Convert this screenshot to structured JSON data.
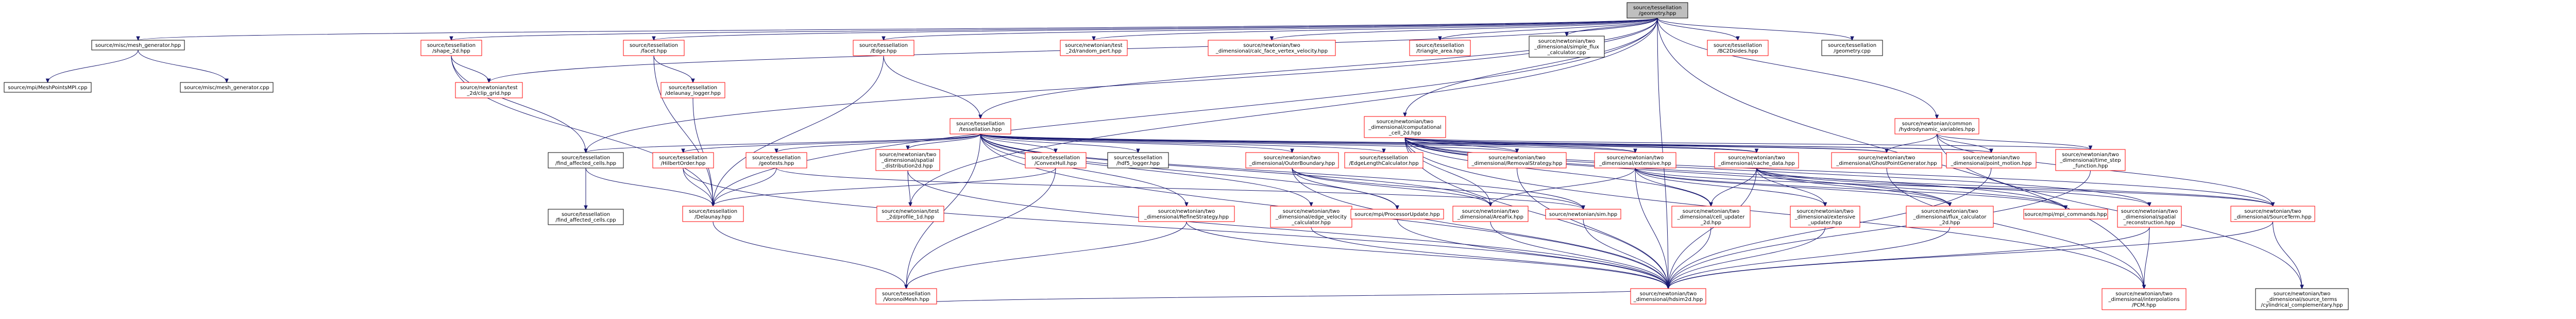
{
  "graph": {
    "nodes": [
      {
        "id": "root",
        "lines": [
          "source/tessellation",
          "/geometry.hpp"
        ],
        "style": "root"
      },
      {
        "id": "mesh_gen_hpp",
        "lines": [
          "source/misc/mesh_generator.hpp"
        ],
        "style": "black"
      },
      {
        "id": "shape_2d",
        "lines": [
          "source/tessellation",
          "/shape_2d.hpp"
        ],
        "style": "red"
      },
      {
        "id": "facet",
        "lines": [
          "source/tessellation",
          "/facet.hpp"
        ],
        "style": "red"
      },
      {
        "id": "edge",
        "lines": [
          "source/tessellation",
          "/Edge.hpp"
        ],
        "style": "red"
      },
      {
        "id": "random_part",
        "lines": [
          "source/newtonian/test",
          "_2d/random_pert.hpp"
        ],
        "style": "red"
      },
      {
        "id": "calc_face_vel",
        "lines": [
          "source/newtonian/two",
          "_dimensional/calc_face_vertex_velocity.hpp"
        ],
        "style": "red"
      },
      {
        "id": "triangle_area",
        "lines": [
          "source/tessellation",
          "/triangle_area.hpp"
        ],
        "style": "red"
      },
      {
        "id": "simple_flux",
        "lines": [
          "source/newtonian/two",
          "_dimensional/simple_flux",
          "_calculator.cpp"
        ],
        "style": "black"
      },
      {
        "id": "bc2dsides",
        "lines": [
          "source/tessellation",
          "/BC2Dsides.hpp"
        ],
        "style": "red"
      },
      {
        "id": "geometry_cpp",
        "lines": [
          "source/tessellation",
          "/geometry.cpp"
        ],
        "style": "black"
      },
      {
        "id": "mpi_mesh_points",
        "lines": [
          "source/mpi/MeshPointsMPI.cpp"
        ],
        "style": "black"
      },
      {
        "id": "mesh_gen_cpp",
        "lines": [
          "source/misc/mesh_generator.cpp"
        ],
        "style": "black"
      },
      {
        "id": "hdf5_grid",
        "lines": [
          "source/newtonian/test",
          "_2d/clip_grid.hpp"
        ],
        "style": "red"
      },
      {
        "id": "delaunay_logger",
        "lines": [
          "source/tessellation",
          "/delaunay_logger.hpp"
        ],
        "style": "red"
      },
      {
        "id": "tessellation",
        "lines": [
          "source/tessellation",
          "/tessellation.hpp"
        ],
        "style": "red"
      },
      {
        "id": "computational_cell",
        "lines": [
          "source/newtonian/two",
          "_dimensional/computational",
          "_cell_2d.hpp"
        ],
        "style": "red"
      },
      {
        "id": "hydro_vars",
        "lines": [
          "source/newtonian/common",
          "/hydrodynamic_variables.hpp"
        ],
        "style": "red"
      },
      {
        "id": "find_affected_hpp",
        "lines": [
          "source/tessellation",
          "/find_affected_cells.hpp"
        ],
        "style": "black"
      },
      {
        "id": "hilbert",
        "lines": [
          "source/tessellation",
          "/HilbertOrder.hpp"
        ],
        "style": "red"
      },
      {
        "id": "geotests",
        "lines": [
          "source/tessellation",
          "/geotests.hpp"
        ],
        "style": "red"
      },
      {
        "id": "spatial_dist",
        "lines": [
          "source/newtonian/two",
          "_dimensional/spatial",
          "_distribution2d.hpp"
        ],
        "style": "red"
      },
      {
        "id": "convexhull",
        "lines": [
          "source/tessellation",
          "/ConvexHull.hpp"
        ],
        "style": "red"
      },
      {
        "id": "hdf5_logger",
        "lines": [
          "source/tessellation",
          "/hdf5_logger.hpp"
        ],
        "style": "black"
      },
      {
        "id": "outer_boundary",
        "lines": [
          "source/newtonian/two",
          "_dimensional/OuterBoundary.hpp"
        ],
        "style": "red"
      },
      {
        "id": "edge_length_cmp",
        "lines": [
          "source/tessellation",
          "/EdgeLengthCalculator.hpp"
        ],
        "style": "red"
      },
      {
        "id": "remove_strategy",
        "lines": [
          "source/newtonian/two",
          "_dimensional/RemovalStrategy.hpp"
        ],
        "style": "red"
      },
      {
        "id": "extensive",
        "lines": [
          "source/newtonian/two",
          "_dimensional/extensive.hpp"
        ],
        "style": "red"
      },
      {
        "id": "cache_data",
        "lines": [
          "source/newtonian/two",
          "_dimensional/cache_data.hpp"
        ],
        "style": "red"
      },
      {
        "id": "ghost_point_gen",
        "lines": [
          "source/newtonian/two",
          "_dimensional/GhostPointGenerator.hpp"
        ],
        "style": "red"
      },
      {
        "id": "point_motion",
        "lines": [
          "source/newtonian/two",
          "_dimensional/point_motion.hpp"
        ],
        "style": "red"
      },
      {
        "id": "time_step",
        "lines": [
          "source/newtonian/two",
          "_dimensional/time_step",
          "_function.hpp"
        ],
        "style": "red"
      },
      {
        "id": "find_affected_cpp",
        "lines": [
          "source/tessellation",
          "/find_affected_cells.cpp"
        ],
        "style": "black"
      },
      {
        "id": "delaunay",
        "lines": [
          "source/tessellation",
          "/Delaunay.hpp"
        ],
        "style": "red"
      },
      {
        "id": "ptvtk",
        "lines": [
          "source/newtonian/test",
          "_2d/profile_1d.hpp"
        ],
        "style": "red"
      },
      {
        "id": "refine_strategy",
        "lines": [
          "source/newtonian/two",
          "_dimensional/RefineStrategy.hpp"
        ],
        "style": "red"
      },
      {
        "id": "edge_velocity",
        "lines": [
          "source/newtonian/two",
          "_dimensional/edge_velocity",
          "_calculator.hpp"
        ],
        "style": "red"
      },
      {
        "id": "processor_update",
        "lines": [
          "source/mpi/ProcessorUpdate.hpp"
        ],
        "style": "red"
      },
      {
        "id": "amr",
        "lines": [
          "source/newtonian/two",
          "_dimensional/AreaFix.hpp"
        ],
        "style": "red"
      },
      {
        "id": "mpi_sim",
        "lines": [
          "source/newtonian/sim.hpp"
        ],
        "style": "red"
      },
      {
        "id": "cell_updater",
        "lines": [
          "source/newtonian/two",
          "_dimensional/cell_updater",
          "_2d.hpp"
        ],
        "style": "red"
      },
      {
        "id": "extensive_updater",
        "lines": [
          "source/newtonian/two",
          "_dimensional/extensive",
          "_updater.hpp"
        ],
        "style": "red"
      },
      {
        "id": "flux_calc",
        "lines": [
          "source/newtonian/two",
          "_dimensional/flux_calculator",
          "_2d.hpp"
        ],
        "style": "red"
      },
      {
        "id": "mpi_commands",
        "lines": [
          "source/mpi/mpi_commands.hpp"
        ],
        "style": "red"
      },
      {
        "id": "spatial_recon",
        "lines": [
          "source/newtonian/two",
          "_dimensional/spatial",
          "_reconstruction.hpp"
        ],
        "style": "red"
      },
      {
        "id": "source_term",
        "lines": [
          "source/newtonian/two",
          "_dimensional/SourceTerm.hpp"
        ],
        "style": "red"
      },
      {
        "id": "voronoi_mesh",
        "lines": [
          "source/tessellation",
          "/VoronoiMesh.hpp"
        ],
        "style": "red"
      },
      {
        "id": "hdsim2d",
        "lines": [
          "source/newtonian/two",
          "_dimensional/hdsim2d.hpp"
        ],
        "style": "red"
      },
      {
        "id": "pcm",
        "lines": [
          "source/newtonian/two",
          "_dimensional/interpolations",
          "/PCM.hpp"
        ],
        "style": "red"
      },
      {
        "id": "source_terms_cyl",
        "lines": [
          "source/newtonian/two",
          "_dimensional/source_terms",
          "/cylindrical_complementary.hpp"
        ],
        "style": "black"
      }
    ],
    "edges": [
      [
        "root",
        "mesh_gen_hpp"
      ],
      [
        "root",
        "shape_2d"
      ],
      [
        "root",
        "facet"
      ],
      [
        "root",
        "edge"
      ],
      [
        "root",
        "random_part"
      ],
      [
        "root",
        "calc_face_vel"
      ],
      [
        "root",
        "triangle_area"
      ],
      [
        "root",
        "simple_flux"
      ],
      [
        "root",
        "bc2dsides"
      ],
      [
        "root",
        "geometry_cpp"
      ],
      [
        "root",
        "tessellation"
      ],
      [
        "root",
        "computational_cell"
      ],
      [
        "root",
        "hydro_vars"
      ],
      [
        "root",
        "hdf5_grid"
      ],
      [
        "root",
        "delaunay"
      ],
      [
        "root",
        "hdsim2d"
      ],
      [
        "root",
        "pcm"
      ],
      [
        "root",
        "ptvtk"
      ],
      [
        "root",
        "find_affected_hpp"
      ],
      [
        "mesh_gen_hpp",
        "mpi_mesh_points"
      ],
      [
        "mesh_gen_hpp",
        "mesh_gen_cpp"
      ],
      [
        "shape_2d",
        "hdf5_grid"
      ],
      [
        "shape_2d",
        "find_affected_hpp"
      ],
      [
        "shape_2d",
        "delaunay"
      ],
      [
        "facet",
        "delaunay_logger"
      ],
      [
        "facet",
        "delaunay"
      ],
      [
        "edge",
        "tessellation"
      ],
      [
        "edge",
        "delaunay"
      ],
      [
        "delaunay_logger",
        "delaunay"
      ],
      [
        "tessellation",
        "find_affected_hpp"
      ],
      [
        "tessellation",
        "hilbert"
      ],
      [
        "tessellation",
        "geotests"
      ],
      [
        "tessellation",
        "spatial_dist"
      ],
      [
        "tessellation",
        "convexhull"
      ],
      [
        "tessellation",
        "hdf5_logger"
      ],
      [
        "tessellation",
        "outer_boundary"
      ],
      [
        "tessellation",
        "edge_length_cmp"
      ],
      [
        "tessellation",
        "remove_strategy"
      ],
      [
        "tessellation",
        "extensive"
      ],
      [
        "tessellation",
        "cache_data"
      ],
      [
        "tessellation",
        "ghost_point_gen"
      ],
      [
        "tessellation",
        "point_motion"
      ],
      [
        "tessellation",
        "refine_strategy"
      ],
      [
        "tessellation",
        "edge_velocity"
      ],
      [
        "tessellation",
        "processor_update"
      ],
      [
        "tessellation",
        "amr"
      ],
      [
        "tessellation",
        "mpi_sim"
      ],
      [
        "tessellation",
        "voronoi_mesh"
      ],
      [
        "tessellation",
        "hdsim2d"
      ],
      [
        "computational_cell",
        "extensive"
      ],
      [
        "computational_cell",
        "cache_data"
      ],
      [
        "computational_cell",
        "ghost_point_gen"
      ],
      [
        "computational_cell",
        "point_motion"
      ],
      [
        "computational_cell",
        "time_step"
      ],
      [
        "computational_cell",
        "cell_updater"
      ],
      [
        "computational_cell",
        "flux_calc"
      ],
      [
        "computational_cell",
        "spatial_recon"
      ],
      [
        "computational_cell",
        "source_term"
      ],
      [
        "computational_cell",
        "hdsim2d"
      ],
      [
        "computational_cell",
        "pcm"
      ],
      [
        "computational_cell",
        "mpi_commands"
      ],
      [
        "computational_cell",
        "amr"
      ],
      [
        "computational_cell",
        "remove_strategy"
      ],
      [
        "hydro_vars",
        "point_motion"
      ],
      [
        "hydro_vars",
        "time_step"
      ],
      [
        "hydro_vars",
        "source_term"
      ],
      [
        "hydro_vars",
        "source_terms_cyl"
      ],
      [
        "hydro_vars",
        "ghost_point_gen"
      ],
      [
        "find_affected_hpp",
        "find_affected_cpp"
      ],
      [
        "find_affected_hpp",
        "delaunay"
      ],
      [
        "hilbert",
        "delaunay"
      ],
      [
        "hilbert",
        "hdsim2d"
      ],
      [
        "geotests",
        "delaunay"
      ],
      [
        "geotests",
        "mpi_sim"
      ],
      [
        "spatial_dist",
        "ptvtk"
      ],
      [
        "spatial_dist",
        "hdsim2d"
      ],
      [
        "convexhull",
        "voronoi_mesh"
      ],
      [
        "convexhull",
        "delaunay"
      ],
      [
        "outer_boundary",
        "processor_update"
      ],
      [
        "outer_boundary",
        "amr"
      ],
      [
        "outer_boundary",
        "mpi_sim"
      ],
      [
        "outer_boundary",
        "hdsim2d"
      ],
      [
        "remove_strategy",
        "hdsim2d"
      ],
      [
        "extensive",
        "cell_updater"
      ],
      [
        "extensive",
        "extensive_updater"
      ],
      [
        "extensive",
        "flux_calc"
      ],
      [
        "extensive",
        "amr"
      ],
      [
        "extensive",
        "hdsim2d"
      ],
      [
        "extensive",
        "mpi_commands"
      ],
      [
        "extensive",
        "source_term"
      ],
      [
        "cache_data",
        "cell_updater"
      ],
      [
        "cache_data",
        "extensive_updater"
      ],
      [
        "cache_data",
        "flux_calc"
      ],
      [
        "cache_data",
        "spatial_recon"
      ],
      [
        "cache_data",
        "source_term"
      ],
      [
        "cache_data",
        "hdsim2d"
      ],
      [
        "cache_data",
        "mpi_commands"
      ],
      [
        "ghost_point_gen",
        "pcm"
      ],
      [
        "point_motion",
        "hdsim2d"
      ],
      [
        "time_step",
        "hdsim2d"
      ],
      [
        "delaunay",
        "voronoi_mesh"
      ],
      [
        "refine_strategy",
        "hdsim2d"
      ],
      [
        "refine_strategy",
        "voronoi_mesh"
      ],
      [
        "edge_velocity",
        "hdsim2d"
      ],
      [
        "processor_update",
        "hdsim2d"
      ],
      [
        "amr",
        "hdsim2d"
      ],
      [
        "mpi_sim",
        "hdsim2d"
      ],
      [
        "cell_updater",
        "hdsim2d"
      ],
      [
        "extensive_updater",
        "hdsim2d"
      ],
      [
        "flux_calc",
        "hdsim2d"
      ],
      [
        "spatial_recon",
        "hdsim2d"
      ],
      [
        "spatial_recon",
        "pcm"
      ],
      [
        "source_term",
        "hdsim2d"
      ],
      [
        "source_term",
        "source_terms_cyl"
      ],
      [
        "voronoi_mesh",
        "hdsim2d"
      ]
    ]
  }
}
